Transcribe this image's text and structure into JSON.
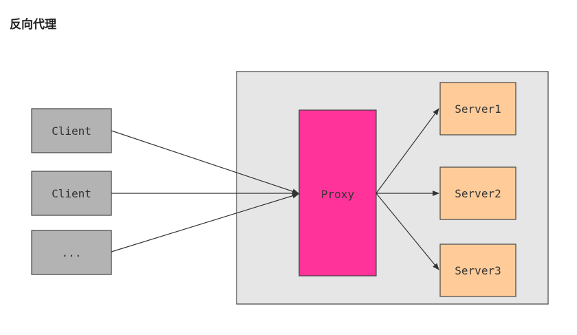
{
  "page": {
    "title": "反向代理"
  },
  "diagram": {
    "clients": [
      {
        "label": "Client"
      },
      {
        "label": "Client"
      },
      {
        "label": "..."
      }
    ],
    "proxy": {
      "label": "Proxy"
    },
    "servers": [
      {
        "label": "Server1"
      },
      {
        "label": "Server2"
      },
      {
        "label": "Server3"
      }
    ],
    "colors": {
      "client_fill": "#b3b3b3",
      "container_fill": "#e6e6e6",
      "proxy_fill": "#ff3399",
      "server_fill": "#ffcc99",
      "stroke": "#444444"
    }
  }
}
